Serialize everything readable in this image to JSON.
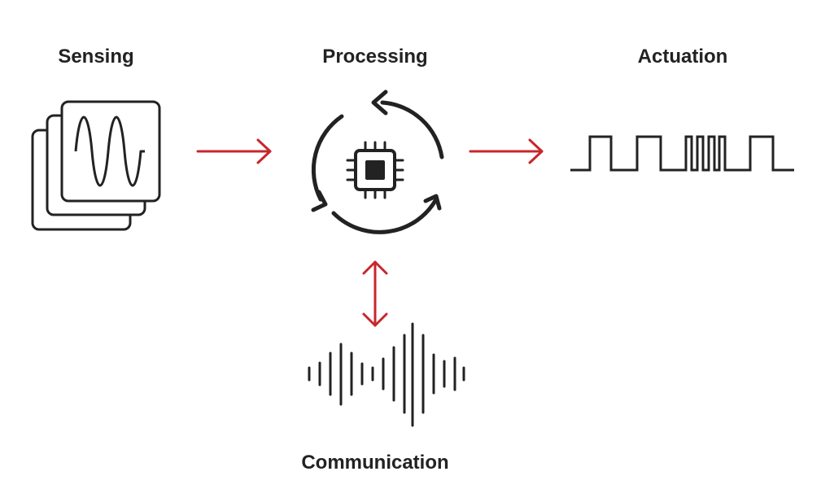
{
  "labels": {
    "sensing": "Sensing",
    "processing": "Processing",
    "actuation": "Actuation",
    "communication": "Communication"
  },
  "colors": {
    "ink": "#222222",
    "arrow": "#c8262d"
  },
  "icons": {
    "sensing": "stacked-sine-wave-cards-icon",
    "processing": "cycle-chip-icon",
    "actuation": "pwm-square-wave-icon",
    "communication": "audio-waveform-icon"
  }
}
